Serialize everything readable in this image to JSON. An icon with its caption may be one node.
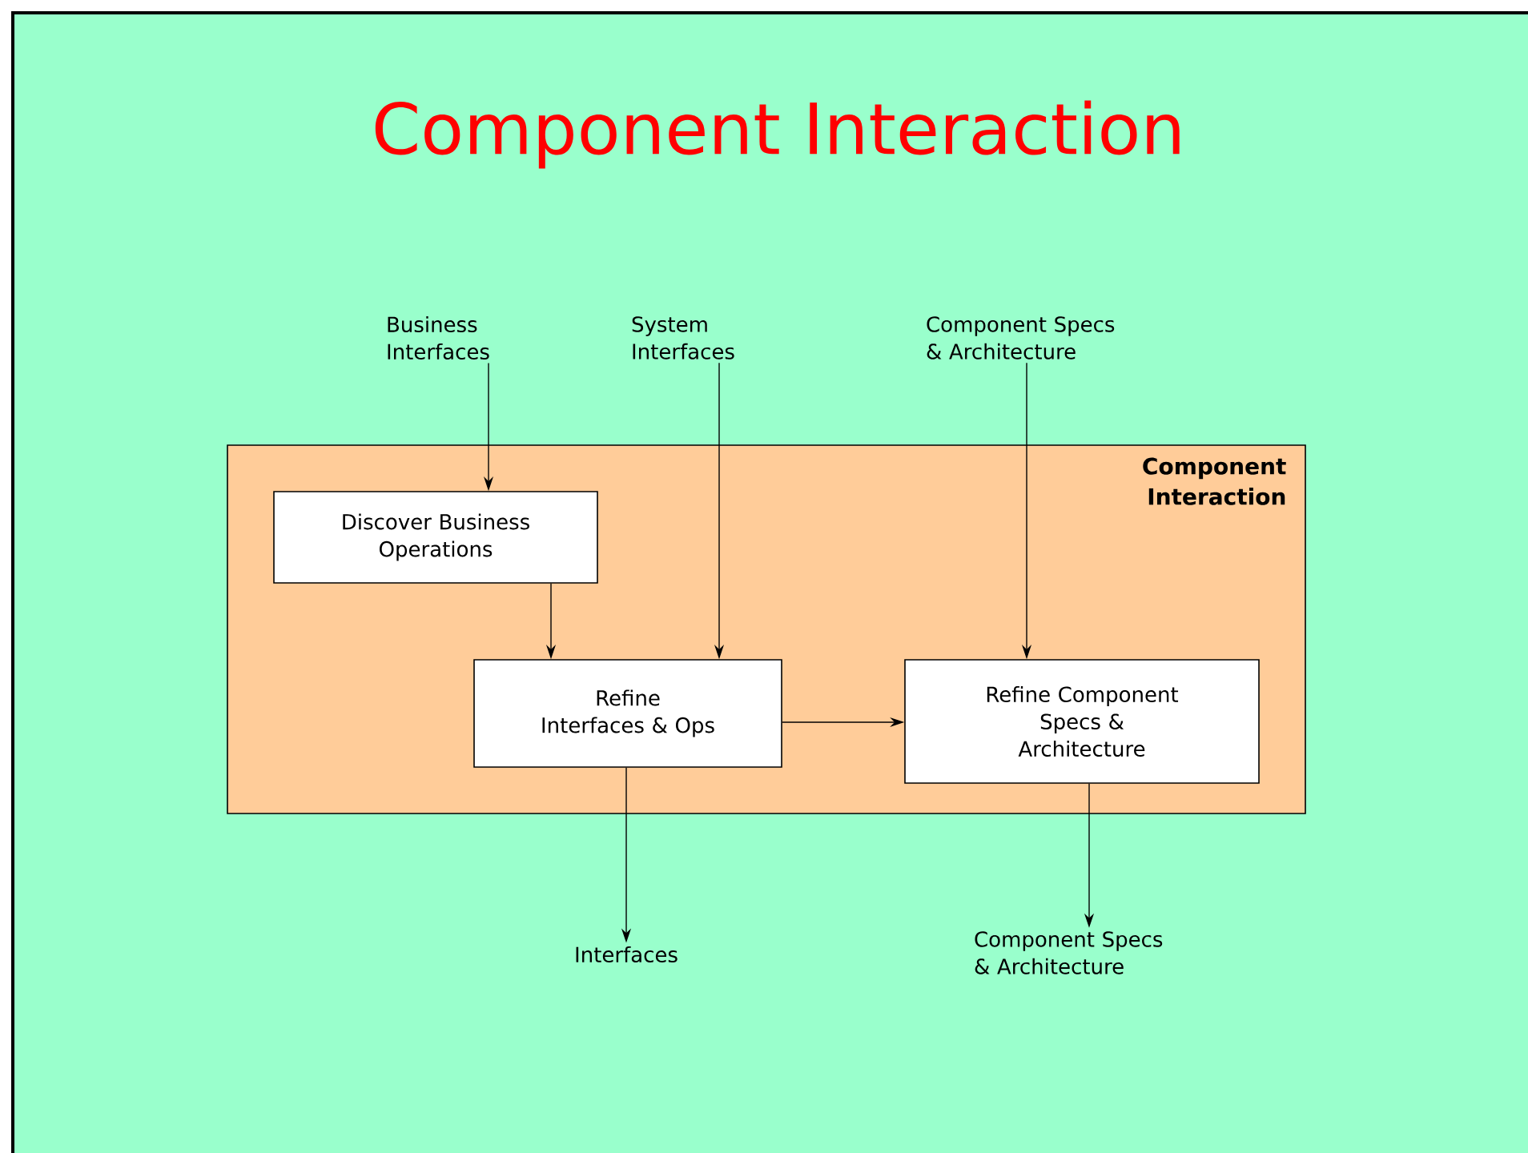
{
  "diagram": {
    "title": "Component Interaction",
    "nodes": [
      {
        "text": [
          "Component Interaction"
        ]
      },
      {
        "text": [
          "Discover Business Operations"
        ],
        "in": 0
      },
      {
        "text": [
          "Refine Interfaces & Ops"
        ],
        "in": 0
      },
      {
        "text": [
          "Refine Component Specs & Architecture"
        ],
        "in": 0
      },
      {
        "text": [
          "Business Interfaces"
        ]
      },
      {
        "text": [
          "System Interfaces"
        ]
      },
      {
        "text": [
          "Component Specs & Architecture"
        ]
      },
      {
        "text": [
          "Interfaces"
        ]
      },
      {
        "text": [
          "Component Specs & Architecture"
        ]
      }
    ],
    "edges": [
      {
        "from": 4,
        "to": 1,
        "arrow": "to"
      },
      {
        "from": 1,
        "to": 2,
        "arrow": "to"
      },
      {
        "from": 5,
        "to": 2,
        "arrow": "to"
      },
      {
        "from": 6,
        "to": 3,
        "arrow": "to"
      },
      {
        "from": 2,
        "to": 3,
        "arrow": "to"
      },
      {
        "from": 2,
        "to": 7,
        "arrow": "to"
      },
      {
        "from": 3,
        "to": 8,
        "arrow": "to"
      }
    ]
  }
}
